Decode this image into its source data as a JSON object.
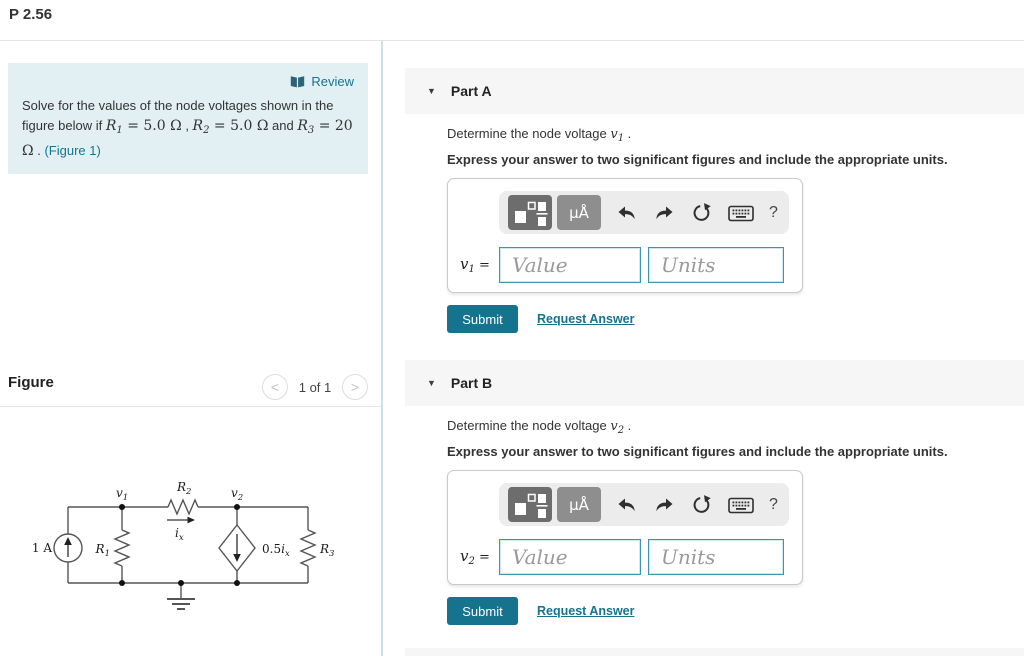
{
  "page": {
    "title": "P 2.56"
  },
  "icons": {
    "collapse": "▼",
    "help": "?",
    "prev": "<",
    "next": ">",
    "units_button": "μÅ"
  },
  "problem": {
    "review_label": "Review",
    "statement": [
      {
        "t": "Solve for the values of the node voltages shown in the figure below if "
      },
      {
        "t": "R",
        "c": "mi"
      },
      {
        "t": "1",
        "c": "msub"
      },
      {
        "t": " = 5.0 Ω",
        "c": "mn"
      },
      {
        "t": " , "
      },
      {
        "t": "R",
        "c": "mi"
      },
      {
        "t": "2",
        "c": "msub"
      },
      {
        "t": " = 5.0 Ω",
        "c": "mn"
      },
      {
        "t": " and "
      },
      {
        "t": "R",
        "c": "mi"
      },
      {
        "t": "3",
        "c": "msub"
      },
      {
        "t": " = 20 Ω",
        "c": "mn"
      },
      {
        "t": " . "
      }
    ],
    "figure_link": "(Figure 1)"
  },
  "figure": {
    "title": "Figure",
    "page_indicator": "1 of 1",
    "circuit": {
      "labels": {
        "source": {
          "pre": "1 A",
          "base": "",
          "sub": ""
        },
        "r1": {
          "pre": "",
          "base": "R",
          "sub": "1"
        },
        "r2": {
          "pre": "",
          "base": "R",
          "sub": "2"
        },
        "r3": {
          "pre": "",
          "base": "R",
          "sub": "3"
        },
        "v1": {
          "pre": "",
          "base": "v",
          "sub": "1"
        },
        "v2": {
          "pre": "",
          "base": "v",
          "sub": "2"
        },
        "ix": {
          "pre": "",
          "base": "i",
          "sub": "x"
        },
        "dep": {
          "pre": "0.5",
          "base": "i",
          "sub": "x"
        }
      }
    }
  },
  "parts": [
    {
      "header": "Part A",
      "prompt": [
        {
          "t": "Determine the node voltage "
        },
        {
          "t": "v",
          "c": "mi"
        },
        {
          "t": "1",
          "c": "msub"
        },
        {
          "t": " ."
        }
      ],
      "instruction": "Express your answer to two significant figures and include the appropriate units.",
      "answer_label": [
        {
          "t": "v",
          "c": "mi"
        },
        {
          "t": "1",
          "c": "msub"
        },
        {
          "t": " =",
          "c": "mn"
        }
      ],
      "value_placeholder": "Value",
      "units_placeholder": "Units",
      "submit_label": "Submit",
      "request_answer_label": "Request Answer"
    },
    {
      "header": "Part B",
      "prompt": [
        {
          "t": "Determine the node voltage "
        },
        {
          "t": "v",
          "c": "mi"
        },
        {
          "t": "2",
          "c": "msub"
        },
        {
          "t": " ."
        }
      ],
      "instruction": "Express your answer to two significant figures and include the appropriate units.",
      "answer_label": [
        {
          "t": "v",
          "c": "mi"
        },
        {
          "t": "2",
          "c": "msub"
        },
        {
          "t": " =",
          "c": "mn"
        }
      ],
      "value_placeholder": "Value",
      "units_placeholder": "Units",
      "submit_label": "Submit",
      "request_answer_label": "Request Answer"
    }
  ]
}
